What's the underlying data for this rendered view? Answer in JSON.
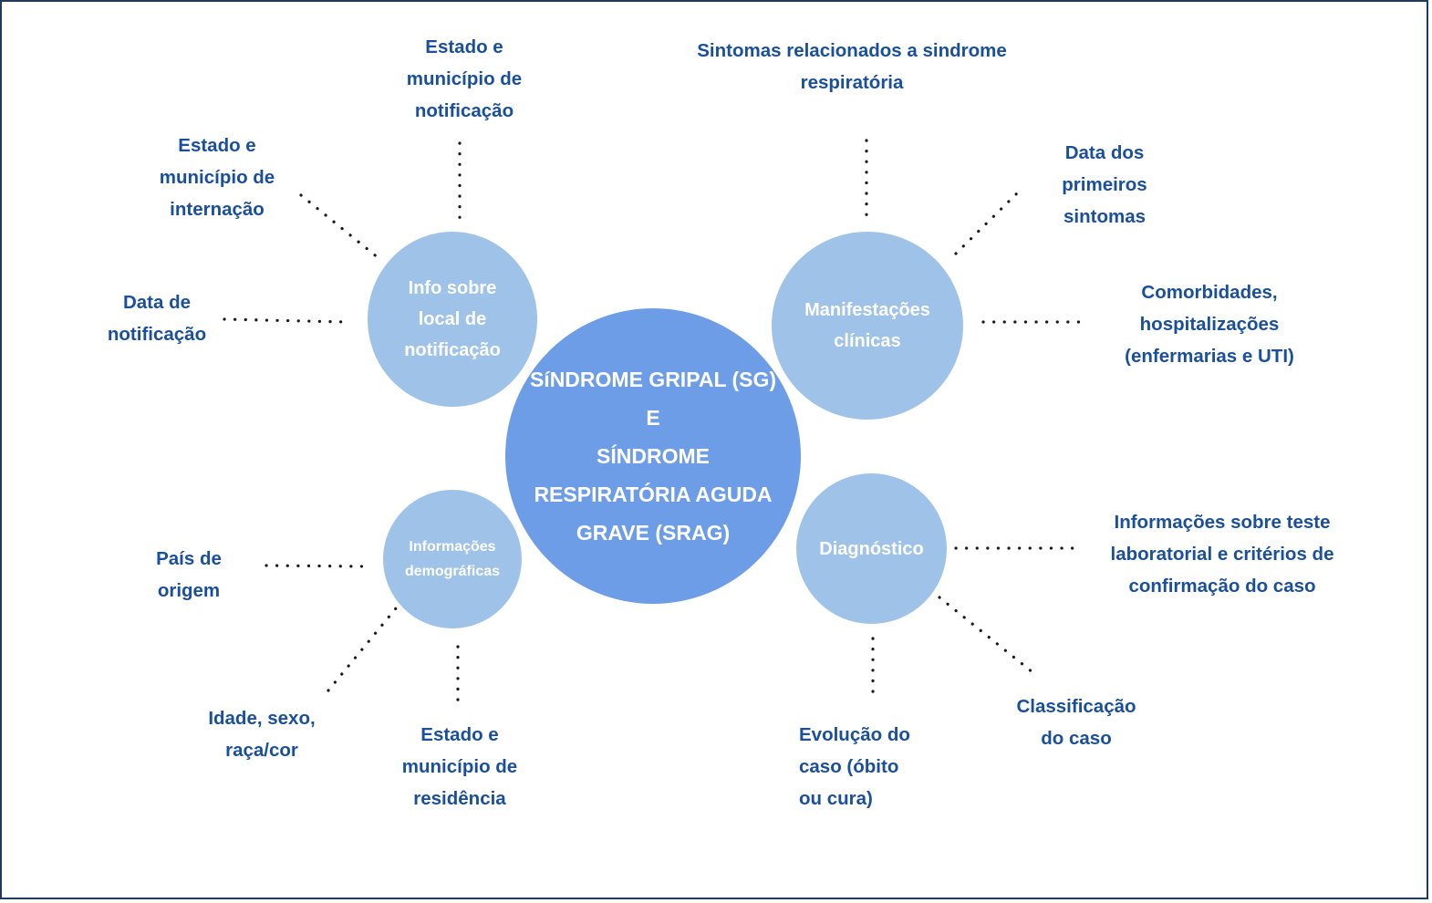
{
  "colors": {
    "center_fill": "#6e9de8",
    "sub_fill": "#9fc3e8",
    "label_text": "#1a4f9c",
    "connector": "#1a1a1a",
    "frame": "#1f3b5c"
  },
  "center": {
    "text": "SíNDROME GRIPAL (SG)\nE\nSÍNDROME\nRESPIRATÓRIA AGUDA\nGRAVE (SRAG)"
  },
  "categories": {
    "info_local": "Info sobre\nlocal de\nnotificação",
    "manifestacoes": "Manifestações\nclínicas",
    "demograficas": "Informações\ndemográficas",
    "diagnostico": "Diagnóstico"
  },
  "leaves": {
    "estado_notificacao": "Estado e\nmunicípio de\nnotificação",
    "estado_internacao": "Estado e\nmunicípio de\ninternação",
    "data_notificacao": "Data de\nnotificação",
    "sintomas_sindrome": "Sintomas relacionados a sindrome\nrespiratória",
    "data_primeiros_sintomas": "Data dos\nprimeiros\nsintomas",
    "comorbidades": "Comorbidades,\nhospitalizações\n(enfermarias e UTI)",
    "pais_origem": "País de\norigem",
    "idade_sexo": "Idade, sexo,\nraça/cor",
    "estado_residencia": "Estado e\nmunicípio de\nresidência",
    "teste_laboratorial": "Informações sobre teste\nlaboratorial e critérios de\nconfirmação do caso",
    "classificacao": "Classificação\ndo caso",
    "evolucao": "Evolução do\ncaso (óbito\nou cura)"
  }
}
